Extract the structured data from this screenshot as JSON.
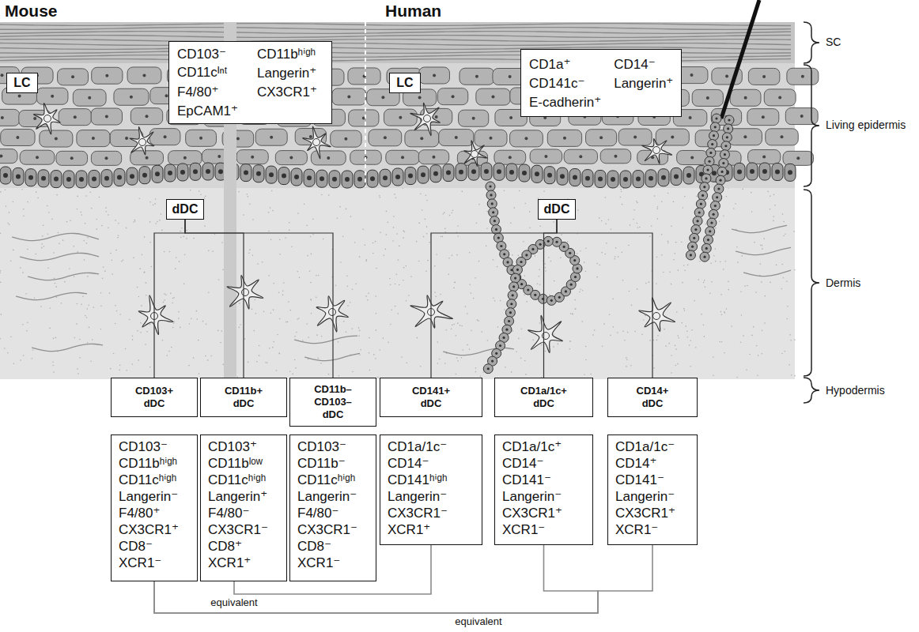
{
  "diagram": {
    "nodes": [
      {
        "text": [
          "LC"
        ]
      },
      {
        "text": [
          "CD103⁻",
          "CD11bʰⁱᵍʰ",
          "CD11cᴵⁿᵗ",
          "Langerin⁺",
          "F4/80⁺",
          "CX3CR1⁺",
          "EpCAM1⁺"
        ]
      },
      {
        "text": [
          "LC"
        ]
      },
      {
        "text": [
          "CD1a⁺",
          "CD14⁻",
          "CD141c⁻",
          "Langerin⁺",
          "E-cadherin⁺"
        ]
      },
      {
        "text": [
          "dDC"
        ]
      },
      {
        "text": [
          "dDC"
        ]
      },
      {
        "text": [
          "CD103+ dDC"
        ]
      },
      {
        "text": [
          "CD11b+ dDC"
        ]
      },
      {
        "text": [
          "CD11b– CD103– dDC"
        ]
      },
      {
        "text": [
          "CD141+ dDC"
        ]
      },
      {
        "text": [
          "CD1a/1c+ dDC"
        ]
      },
      {
        "text": [
          "CD14+ dDC"
        ]
      },
      {
        "text": [
          "CD103⁻",
          "CD11bʰⁱᵍʰ",
          "CD11cʰⁱᵍʰ",
          "Langerin⁻",
          "F4/80⁺",
          "CX3CR1⁺",
          "CD8⁻",
          "XCR1⁻"
        ]
      },
      {
        "text": [
          "CD103⁺",
          "CD11bˡᵒʷ",
          "CD11cʰⁱᵍʰ",
          "Langerin⁺",
          "F4/80⁻",
          "CX3CR1⁻",
          "CD8⁺",
          "XCR1⁺"
        ]
      },
      {
        "text": [
          "CD103⁻",
          "CD11b⁻",
          "CD11cʰⁱᵍʰ",
          "Langerin⁻",
          "F4/80⁻",
          "CX3CR1⁻",
          "CD8⁻",
          "XCR1⁻"
        ]
      },
      {
        "text": [
          "CD1a/1c⁻",
          "CD14⁻",
          "CD141ʰⁱᵍʰ",
          "Langerin⁻",
          "CX3CR1⁻",
          "XCR1⁺"
        ]
      },
      {
        "text": [
          "CD1a/1c⁺",
          "CD14⁻",
          "CD141⁻",
          "Langerin⁻",
          "CX3CR1⁺",
          "XCR1⁻"
        ]
      },
      {
        "text": [
          "CD1a/1c⁻",
          "CD14⁺",
          "CD141⁻",
          "Langerin⁻",
          "CX3CR1⁺",
          "XCR1⁻"
        ]
      }
    ],
    "edges": [
      {
        "from": 4,
        "to": 6,
        "arrow": "none"
      },
      {
        "from": 4,
        "to": 7,
        "arrow": "none"
      },
      {
        "from": 4,
        "to": 8,
        "arrow": "none"
      },
      {
        "from": 5,
        "to": 9,
        "arrow": "none"
      },
      {
        "from": 5,
        "to": 10,
        "arrow": "none"
      },
      {
        "from": 5,
        "to": 11,
        "arrow": "none"
      },
      {
        "from": 12,
        "to": 16,
        "arrow": "none",
        "label": "equivalent"
      },
      {
        "from": 12,
        "to": 17,
        "arrow": "none"
      },
      {
        "from": 13,
        "to": 15,
        "arrow": "none",
        "label": "equivalent"
      }
    ],
    "labels": [
      "Mouse",
      "Human",
      "SC",
      "Living epidermis",
      "Dermis",
      "Hypodermis"
    ]
  }
}
